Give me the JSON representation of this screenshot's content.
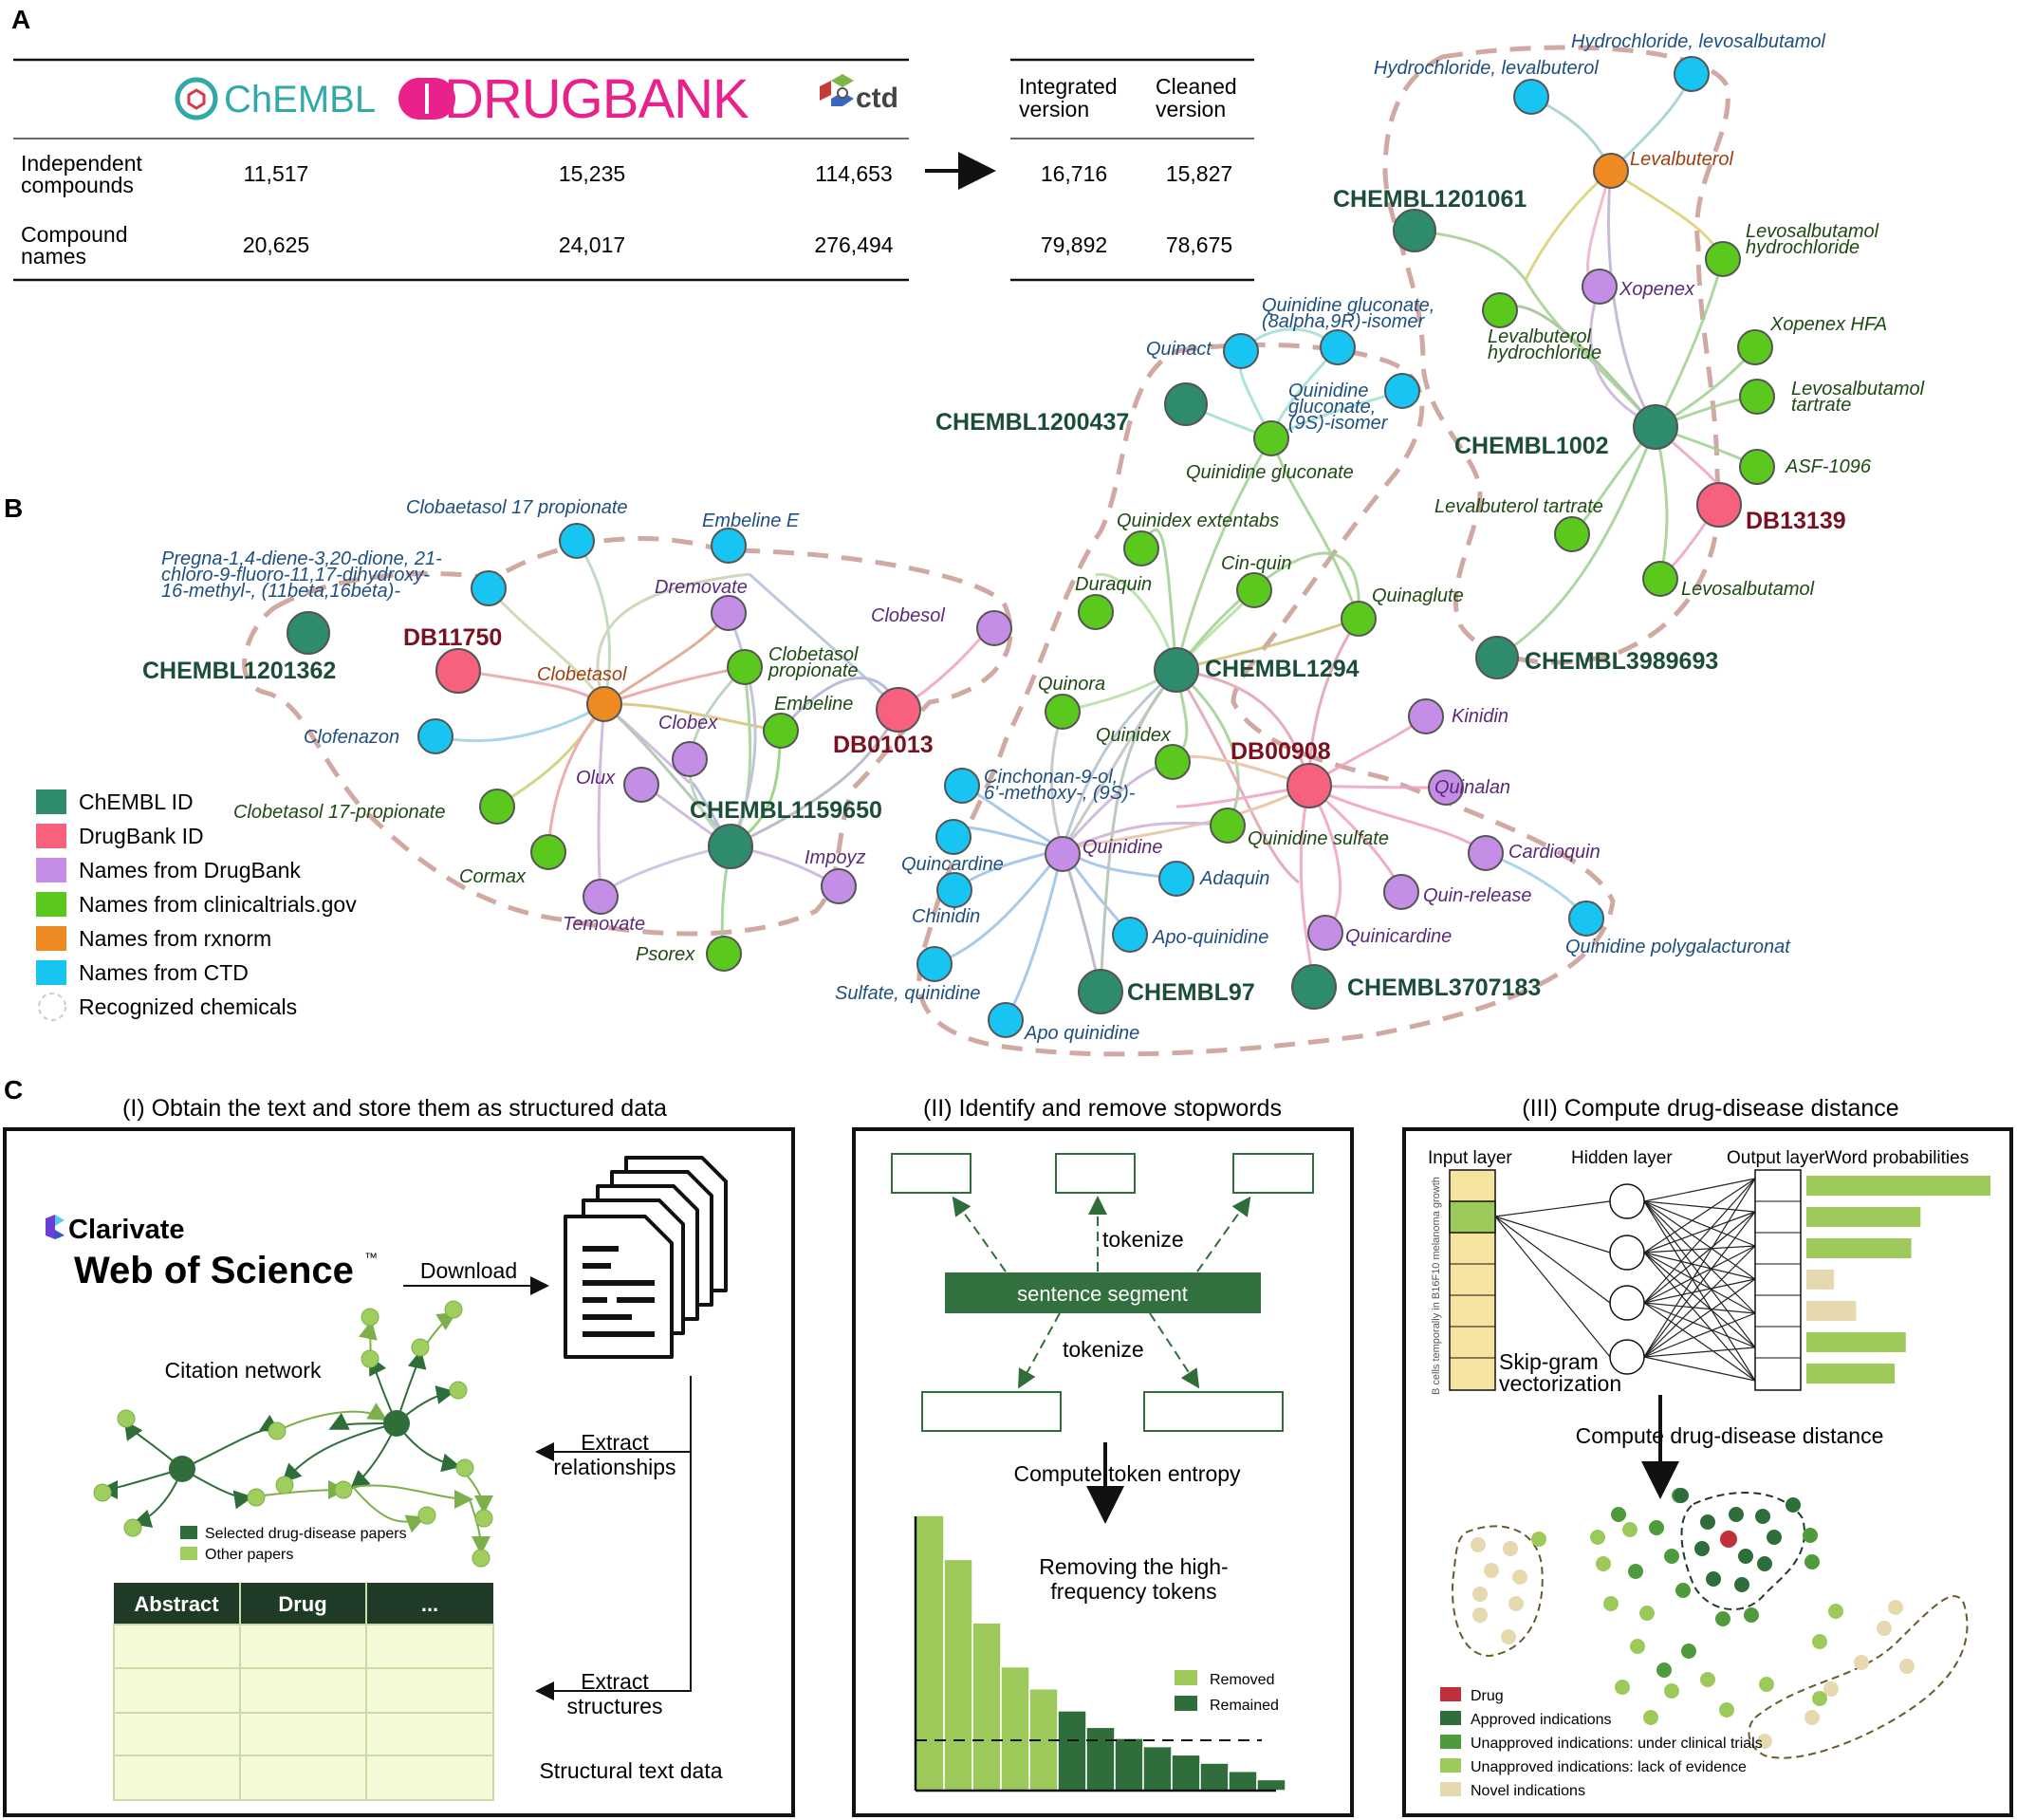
{
  "panel_a": {
    "label": "A",
    "logo_chembl": "ChEMBL",
    "logo_drugbank": "DRUGBANK",
    "logo_ctd": "ctd",
    "col_integrated_l1": "Integrated",
    "col_integrated_l2": "version",
    "col_cleaned_l1": "Cleaned",
    "col_cleaned_l2": "version",
    "row1_l1": "Independent",
    "row1_l2": "compounds",
    "row2_l1": "Compound",
    "row2_l2": "names",
    "row1": [
      "11,517",
      "15,235",
      "114,653",
      "16,716",
      "15,827"
    ],
    "row2": [
      "20,625",
      "24,017",
      "276,494",
      "79,892",
      "78,675"
    ]
  },
  "panel_b": {
    "label": "B",
    "legend": [
      {
        "label": "ChEMBL ID",
        "color": "#2e8b6e"
      },
      {
        "label": "DrugBank ID",
        "color": "#f7617e"
      },
      {
        "label": "Names from DrugBank",
        "color": "#c58ee6"
      },
      {
        "label": "Names from clinicaltrials.gov",
        "color": "#5bc81e"
      },
      {
        "label": "Names from rxnorm",
        "color": "#ee8a22"
      },
      {
        "label": "Names from CTD",
        "color": "#18c4f2"
      },
      {
        "label": "Recognized chemicals",
        "color": "#cccccc"
      }
    ],
    "ids": {
      "c1201362": "CHEMBL1201362",
      "db11750": "DB11750",
      "db01013": "DB01013",
      "c1159650": "CHEMBL1159650",
      "c1200437": "CHEMBL1200437",
      "c1294": "CHEMBL1294",
      "db00908": "DB00908",
      "c97": "CHEMBL97",
      "c3707183": "CHEMBL3707183",
      "c1201061": "CHEMBL1201061",
      "c1002": "CHEMBL1002",
      "db13139": "DB13139",
      "c3989693": "CHEMBL3989693"
    },
    "names": {
      "clobetasol": "Clobetasol",
      "clob17prop_ctd": "Clobaetasol 17 propionate",
      "pregna_1": "Pregna-1,4-diene-3,20-dione, 21-",
      "pregna_2": "chloro-9-fluoro-11,17-dihydroxy-",
      "pregna_3": "16-methyl-, (11beta,16beta)-",
      "embeline_e": "Embeline E",
      "dremovate": "Dremovate",
      "clobesol": "Clobesol",
      "clob_prop_1": "Clobetasol",
      "clob_prop_2": "propionate",
      "embeline": "Embeline",
      "clobex": "Clobex",
      "clofenazon": "Clofenazon",
      "olux": "Olux",
      "clob17prop_ct": "Clobetasol 17-propionate",
      "cormax": "Cormax",
      "temovate": "Temovate",
      "psorex": "Psorex",
      "impoyz": "Impoyz",
      "quinact": "Quinact",
      "qglu_iso1_1": "Quinidine gluconate,",
      "qglu_iso1_2": "(8alpha,9R)-isomer",
      "qglu_iso2_1": "Quinidine",
      "qglu_iso2_2": "gluconate,",
      "qglu_iso2_3": "(9S)-isomer",
      "qgluconate": "Quinidine gluconate",
      "quinidex_ext": "Quinidex extentabs",
      "cinquin": "Cin-quin",
      "duraquin": "Duraquin",
      "quinaglute": "Quinaglute",
      "quinora": "Quinora",
      "quinidex": "Quinidex",
      "cinch_1": "Cinchonan-9-ol,",
      "cinch_2": "6'-methoxy-, (9S)-",
      "quincardine": "Quincardine",
      "chinidin": "Chinidin",
      "quinidine": "Quinidine",
      "adaquin": "Adaquin",
      "apo_quinidine": "Apo-quinidine",
      "sulfate_q": "Sulfate, quinidine",
      "apo_q": "Apo quinidine",
      "qsulfate": "Quinidine sulfate",
      "kinidin": "Kinidin",
      "quinalan": "Quinalan",
      "cardioquin": "Cardioquin",
      "quinrelease": "Quin-release",
      "quinicardine": "Quinicardine",
      "qpoly": "Quinidine polygalacturonat",
      "hcl_levosal": "Hydrochloride, levosalbutamol",
      "hcl_levalb": "Hydrochloride, levalbuterol",
      "levalbuterol": "Levalbuterol",
      "levosal_hcl_1": "Levosalbutamol",
      "levosal_hcl_2": "hydrochloride",
      "xopenex": "Xopenex",
      "levalb_hcl_1": "Levalbuterol",
      "levalb_hcl_2": "hydrochloride",
      "xopenex_hfa": "Xopenex HFA",
      "levosal_tart_1": "Levosalbutamol",
      "levosal_tart_2": "tartrate",
      "asf": "ASF-1096",
      "levalb_tart": "Levalbuterol tartrate",
      "levosal": "Levosalbutamol"
    }
  },
  "panel_c": {
    "label": "C",
    "p1": {
      "title": "(I) Obtain the text and store them as structured data",
      "clarivate": "Clarivate",
      "wos": "Web of Science",
      "tm": "™",
      "download": "Download",
      "citation": "Citation network",
      "extract_rel_1": "Extract",
      "extract_rel_2": "relationships",
      "extract_str_1": "Extract",
      "extract_str_2": "structures",
      "legend_selected": "Selected drug-disease papers",
      "legend_other": "Other papers",
      "table_headers": [
        "Abstract",
        "Drug",
        "..."
      ],
      "structural": "Structural text data"
    },
    "p2": {
      "title": "(II) Identify and remove stopwords",
      "tokenize_top": "tokenize",
      "sentence": "sentence segment",
      "tokenize_bottom": "tokenize",
      "entropy": "Compute token entropy",
      "removing_1": "Removing the high-",
      "removing_2": "frequency tokens",
      "legend_removed": "Removed",
      "legend_remained": "Remained",
      "bars": [
        100,
        84,
        61,
        45,
        37,
        29,
        23,
        19,
        16,
        13,
        10,
        7,
        4
      ]
    },
    "p3": {
      "title": "(III) Compute drug-disease distance",
      "input": "Input layer",
      "hidden": "Hidden layer",
      "output": "Output layerWord probabilities",
      "vertical": "B cells temporally in B16F10 melanoma growth",
      "skip_1": "Skip-gram",
      "skip_2": "vectorization",
      "distance": "Compute drug-disease distance",
      "probabilities": [
        100,
        62,
        57,
        15,
        27,
        54,
        48
      ],
      "legend": [
        {
          "label": "Drug",
          "color": "#c0303a"
        },
        {
          "label": "Approved indications",
          "color": "#2f6e3a"
        },
        {
          "label": "Unapproved indications: under clinical trials",
          "color": "#4f9a3c"
        },
        {
          "label": "Unapproved indications: lack of evidence",
          "color": "#9dc85a"
        },
        {
          "label": "Novel indications",
          "color": "#e6d9b0"
        }
      ]
    }
  }
}
